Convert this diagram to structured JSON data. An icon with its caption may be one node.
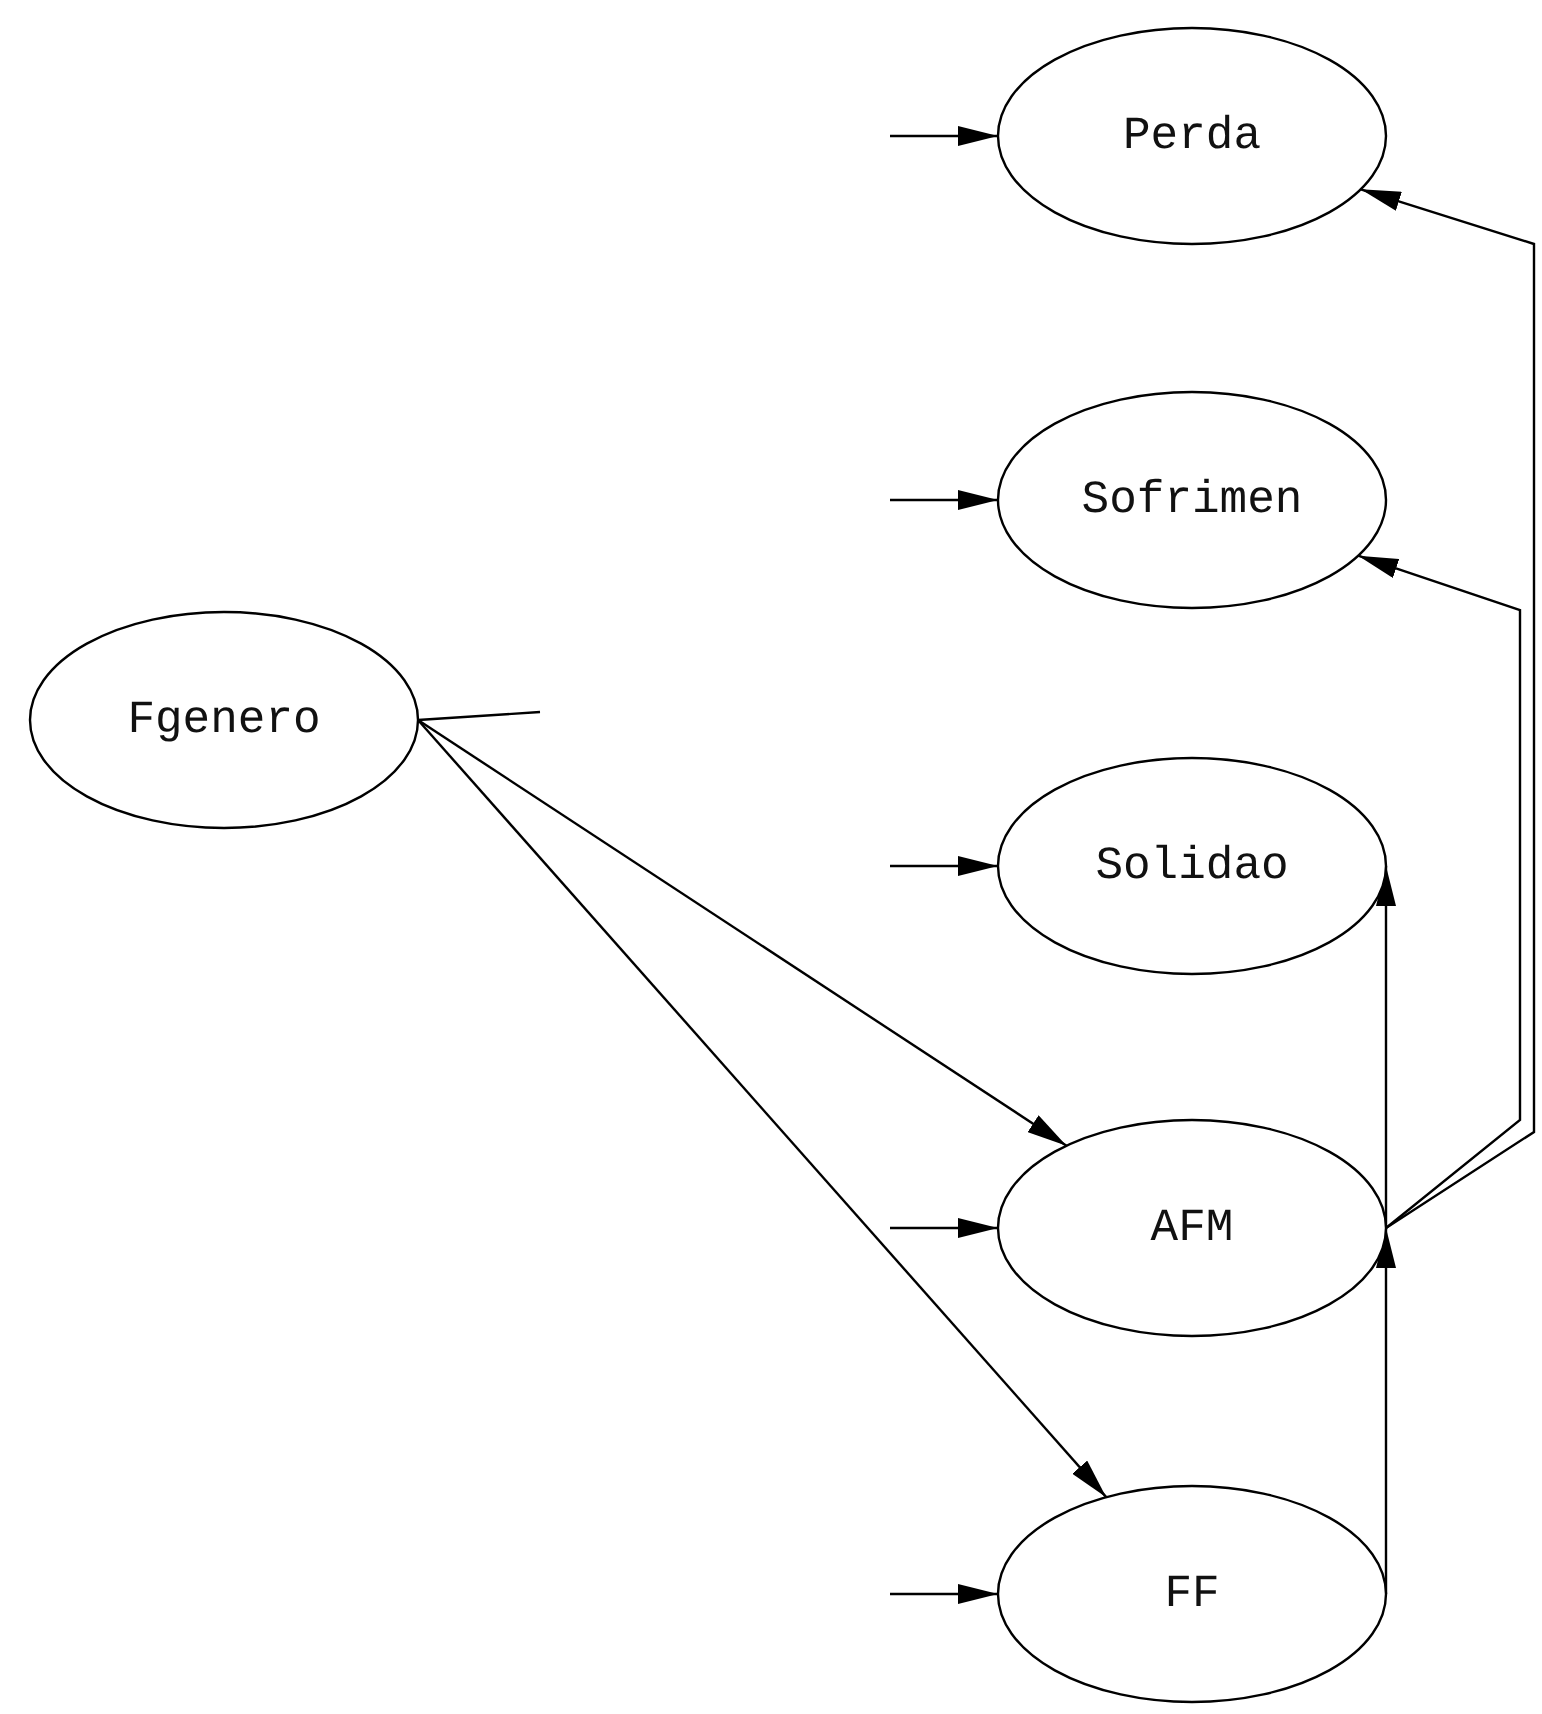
{
  "diagram": {
    "nodes": [
      {
        "text": [
          "Perda"
        ]
      },
      {
        "text": [
          "Sofrimen"
        ]
      },
      {
        "text": [
          "Fgenero"
        ]
      },
      {
        "text": [
          "Solidao"
        ]
      },
      {
        "text": [
          "AFM"
        ]
      },
      {
        "text": [
          "FF"
        ]
      }
    ],
    "edges": [
      {
        "from": null,
        "to": 0,
        "arrow": "to"
      },
      {
        "from": null,
        "to": 1,
        "arrow": "to"
      },
      {
        "from": null,
        "to": 3,
        "arrow": "to"
      },
      {
        "from": null,
        "to": 4,
        "arrow": "to"
      },
      {
        "from": null,
        "to": 5,
        "arrow": "to"
      },
      {
        "from": 2,
        "to": 4,
        "arrow": "to"
      },
      {
        "from": 2,
        "to": 5,
        "arrow": "to"
      },
      {
        "from": 2,
        "to": null,
        "arrow": "none"
      },
      {
        "from": 5,
        "to": 4,
        "arrow": "to"
      },
      {
        "from": 4,
        "to": 3,
        "arrow": "to"
      },
      {
        "from": 4,
        "to": 1,
        "arrow": "to"
      },
      {
        "from": 4,
        "to": 0,
        "arrow": "to"
      }
    ]
  }
}
